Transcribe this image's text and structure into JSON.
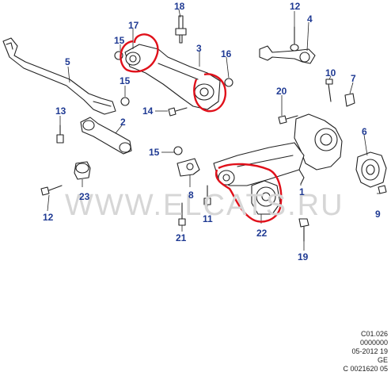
{
  "watermark": "WWW.ELCATS.RU",
  "callouts": {
    "c1": "1",
    "c2": "2",
    "c3": "3",
    "c4": "4",
    "c5": "5",
    "c6": "6",
    "c7": "7",
    "c8": "8",
    "c9": "9",
    "c10": "10",
    "c11": "11",
    "c12a": "12",
    "c12b": "12",
    "c13": "13",
    "c14": "14",
    "c15a": "15",
    "c15b": "15",
    "c15c": "15",
    "c16": "16",
    "c17": "17",
    "c18": "18",
    "c19": "19",
    "c20": "20",
    "c21": "21",
    "c22": "22",
    "c23": "23"
  },
  "reference": {
    "line1": "C01.026",
    "line2": "0000000",
    "line3": "05-2012 19",
    "line4": "GE",
    "line5": "C 0021620 05"
  },
  "colors": {
    "callout": "#1f3a93",
    "highlight": "#e0101a",
    "line": "#222222",
    "part_fill": "#ffffff"
  }
}
